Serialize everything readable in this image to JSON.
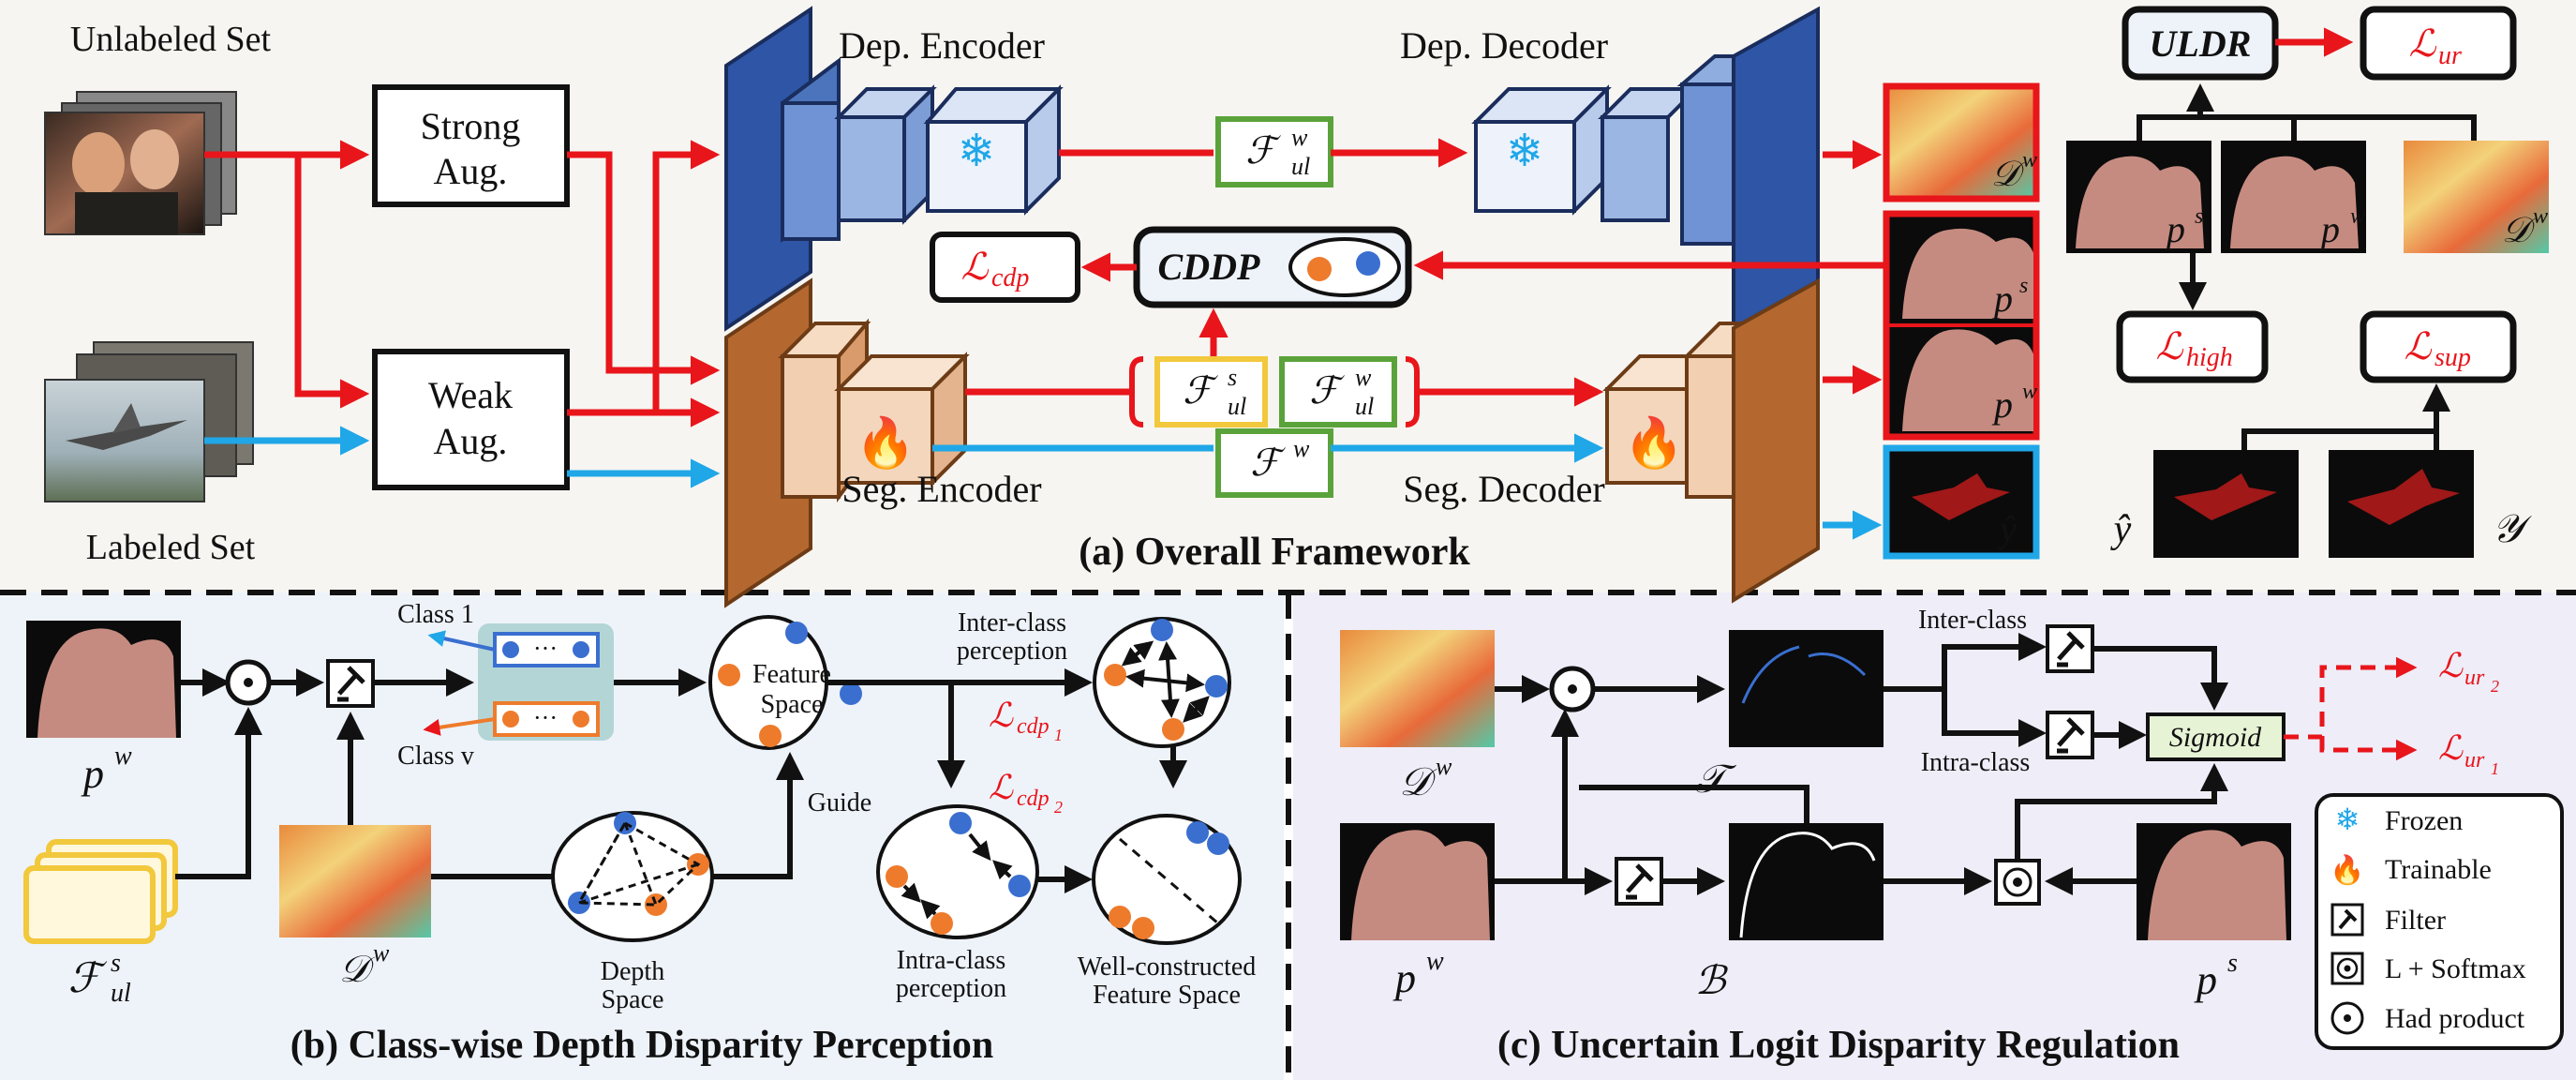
{
  "panel_a": {
    "title": "(a) Overall Framework",
    "unlabeled_set": "Unlabeled Set",
    "labeled_set": "Labeled Set",
    "strong_aug": [
      "Strong",
      "Aug."
    ],
    "weak_aug": [
      "Weak",
      "Aug."
    ],
    "dep_encoder": "Dep. Encoder",
    "dep_decoder": "Dep. Decoder",
    "seg_encoder": "Seg. Encoder",
    "seg_decoder": "Seg. Decoder",
    "cddp": "CDDP",
    "uldr": "ULDR",
    "f_ul_w": "ℱ",
    "f_ul_w_sup": "w",
    "f_ul_w_sub": "ul",
    "f_ul_s": "ℱ",
    "f_ul_s_sup": "s",
    "f_ul_s_sub": "ul",
    "f_w": "ℱ",
    "f_w_sup": "w",
    "loss_cdp": "ℒ",
    "loss_cdp_sub": "cdp",
    "loss_ur": "ℒ",
    "loss_ur_sub": "ur",
    "loss_high": "ℒ",
    "loss_high_sub": "high",
    "loss_sup": "ℒ",
    "loss_sup_sub": "sup",
    "out_dw": "𝒟",
    "out_dw_sup": "w",
    "out_ps": "p",
    "out_ps_sup": "s",
    "out_pw": "p",
    "out_pw_sup": "w",
    "out_yhat": "ŷ",
    "yhat": "ŷ",
    "y": "𝒴"
  },
  "panel_b": {
    "title": "(b) Class-wise Depth Disparity Perception",
    "pw": "p",
    "pw_sup": "w",
    "dw": "𝒟",
    "dw_sup": "w",
    "fs": "ℱ",
    "fs_sup": "s",
    "fs_sub": "ul",
    "class1": "Class 1",
    "classv": "Class v",
    "dots": "···",
    "feature_space": [
      "Feature",
      "Space"
    ],
    "depth_space": [
      "Depth",
      "Space"
    ],
    "inter_class": [
      "Inter-class",
      "perception"
    ],
    "intra_class": [
      "Intra-class",
      "perception"
    ],
    "well_constructed": [
      "Well-constructed",
      "Feature Space"
    ],
    "guide": "Guide",
    "loss_cdp1": "ℒ",
    "loss_cdp1_sub": "cdp",
    "loss_cdp1_subsub": "1",
    "loss_cdp2": "ℒ",
    "loss_cdp2_sub": "cdp",
    "loss_cdp2_subsub": "2"
  },
  "panel_c": {
    "title": "(c) Uncertain Logit Disparity Regulation",
    "dw": "𝒟",
    "dw_sup": "w",
    "pw": "p",
    "pw_sup": "w",
    "ps": "p",
    "ps_sup": "s",
    "t": "𝒯",
    "b": "ℬ",
    "inter_class": "Inter-class",
    "intra_class": "Intra-class",
    "sigmoid": "Sigmoid",
    "loss_ur2": "ℒ",
    "loss_ur2_sub": "ur",
    "loss_ur2_subsub": "2",
    "loss_ur1": "ℒ",
    "loss_ur1_sub": "ur",
    "loss_ur1_subsub": "1"
  },
  "legend": {
    "frozen": "Frozen",
    "trainable": "Trainable",
    "filter": "Filter",
    "l_softmax": "L + Softmax",
    "had_product": "Had product"
  },
  "icons": {
    "frozen": "snowflake-icon",
    "trainable": "flame-icon",
    "filter": "gavel-icon",
    "l_softmax": "target-icon",
    "had_product": "circled-dot-icon"
  },
  "colors": {
    "red": "#e8151b",
    "blue": "#1fa7e8",
    "encoder_blue": "#2e55a6",
    "seg_brown": "#b4682f",
    "feat_green": "#5aa33b",
    "feat_yellow": "#f2c83c",
    "panel_bg": "#f7f5f1",
    "panel_b_bg": "#eef3fa",
    "panel_c_bg": "#eeedf8"
  }
}
